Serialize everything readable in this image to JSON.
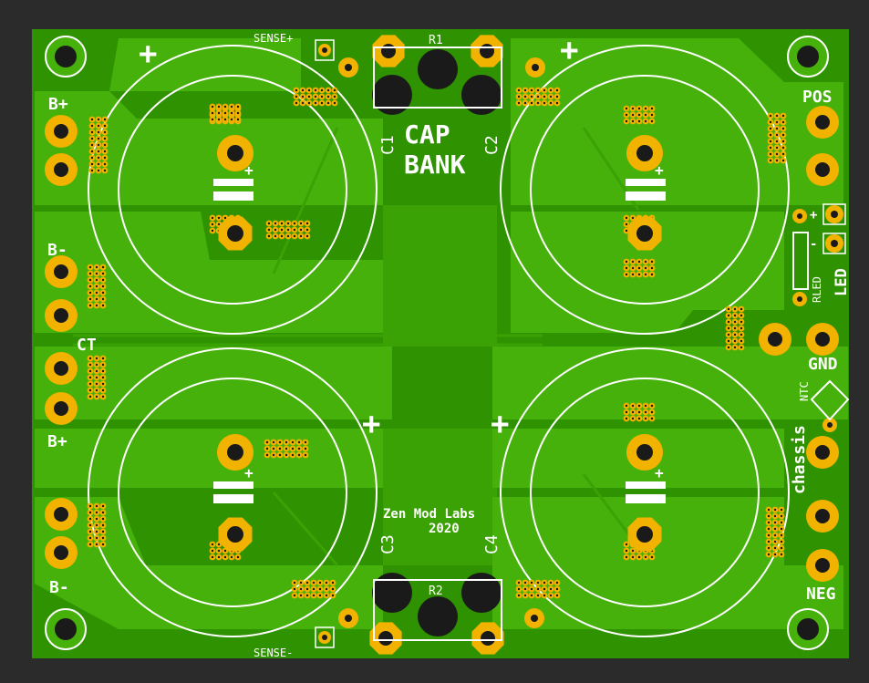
{
  "board": {
    "title_line1": "CAP",
    "title_line2": "BANK",
    "maker_line1": "Zen Mod Labs",
    "maker_line2": "2020"
  },
  "labels": {
    "b_plus": "B+",
    "b_minus": "B-",
    "ct": "CT",
    "pos": "POS",
    "gnd": "GND",
    "neg": "NEG",
    "led": "LED",
    "rled": "RLED",
    "ntc": "NTC",
    "chassis": "chassis",
    "sense_plus": "SENSE+",
    "sense_minus": "SENSE-",
    "r1": "R1",
    "r2": "R2",
    "c1": "C1",
    "c2": "C2",
    "c3": "C3",
    "c4": "C4",
    "plus": "+",
    "minus": "-"
  },
  "colors": {
    "background": "#2b2b2b",
    "board": "#2f9200",
    "copper": "#46b10a",
    "pad": "#f2b200",
    "hole": "#1a1a1a",
    "silkscreen": "#ffffff"
  }
}
